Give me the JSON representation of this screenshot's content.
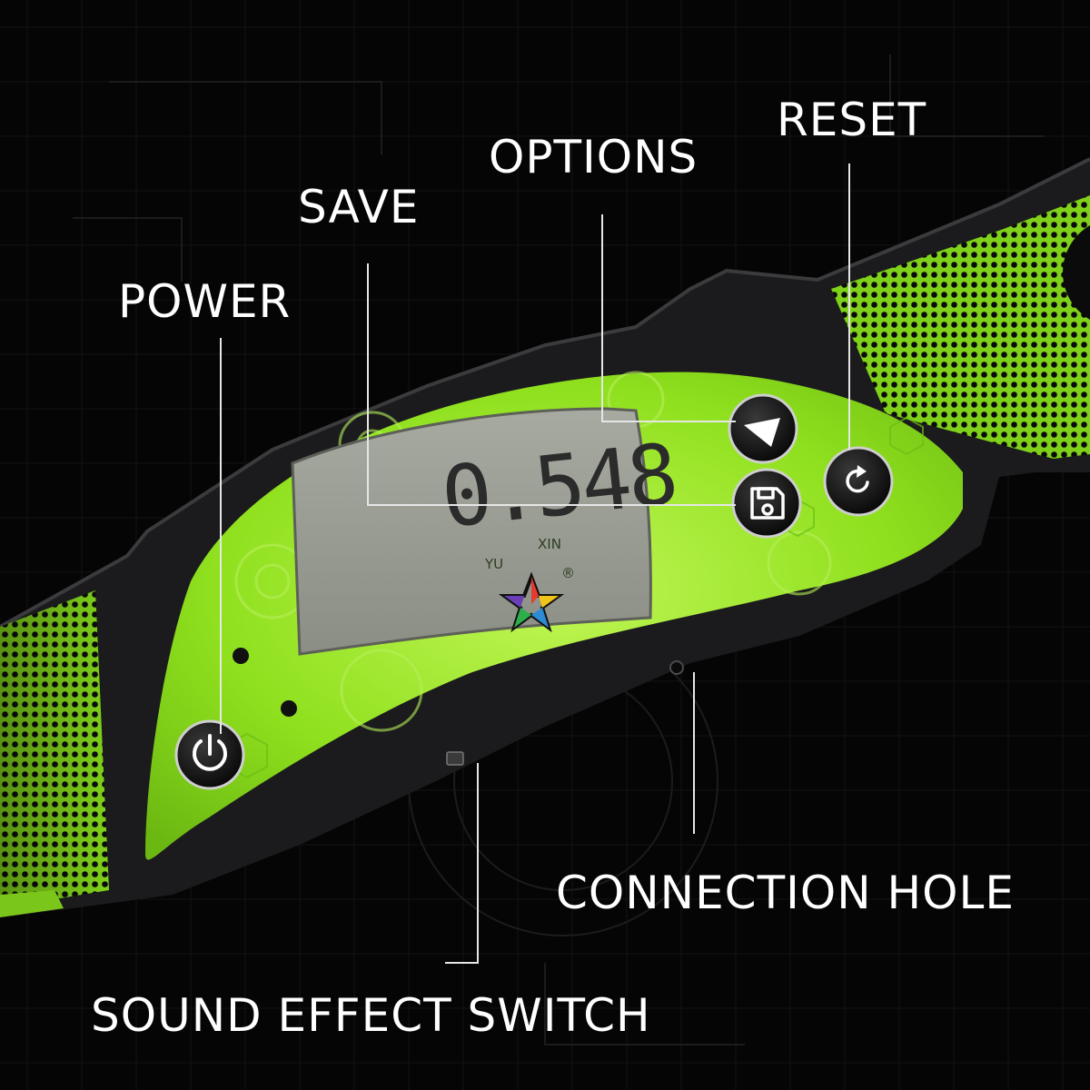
{
  "labels": {
    "reset": "RESET",
    "options": "OPTIONS",
    "save": "SAVE",
    "power": "POWER",
    "connection_hole": "CONNECTION HOLE",
    "sound_effect_switch": "SOUND EFFECT SWITCH"
  },
  "display": {
    "time": "0.548"
  },
  "brand": {
    "left": "YU",
    "right": "XIN",
    "registered": "®"
  },
  "colors": {
    "background": "#000000",
    "housing": "#1d1d1f",
    "panel_green": "#8ee21b",
    "panel_green_light": "#b8f24a",
    "lcd": "#9a9d93",
    "label": "#ffffff",
    "leader_line": "#e6e6e6"
  },
  "icons": {
    "power": "power-icon",
    "save": "floppy-disk-icon",
    "options": "play-triangle-icon",
    "reset": "refresh-icon",
    "logo": "star-logo-icon"
  }
}
